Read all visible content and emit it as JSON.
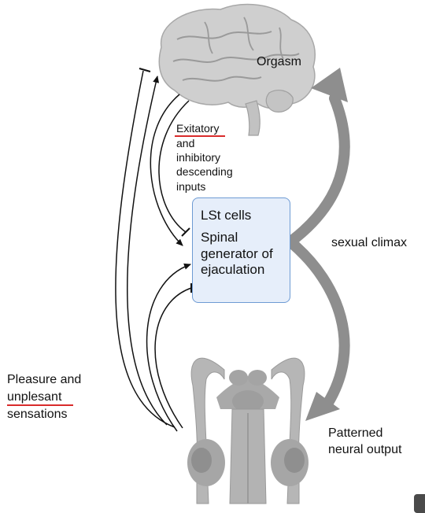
{
  "brain": {
    "label": "Orgasm"
  },
  "descending": {
    "line1": "Exitatory",
    "line2": "and",
    "line3": "inhibitory",
    "line4": "descending",
    "line5": "inputs"
  },
  "generator_box": {
    "title": "LSt cells",
    "line1": "Spinal",
    "line2": "generator of",
    "line3": "ejaculation"
  },
  "climax": {
    "label": "sexual climax"
  },
  "sensations": {
    "line1": "Pleasure and",
    "line2": "unplesant",
    "line3": "sensations"
  },
  "output": {
    "line1": "Patterned",
    "line2": "neural output"
  },
  "colors": {
    "big_arrow": "#8e8e8e",
    "box_fill": "#e6eefa",
    "box_border": "#6e9bd4",
    "underline": "#d92b2b",
    "organ": "#b6b6b6"
  }
}
